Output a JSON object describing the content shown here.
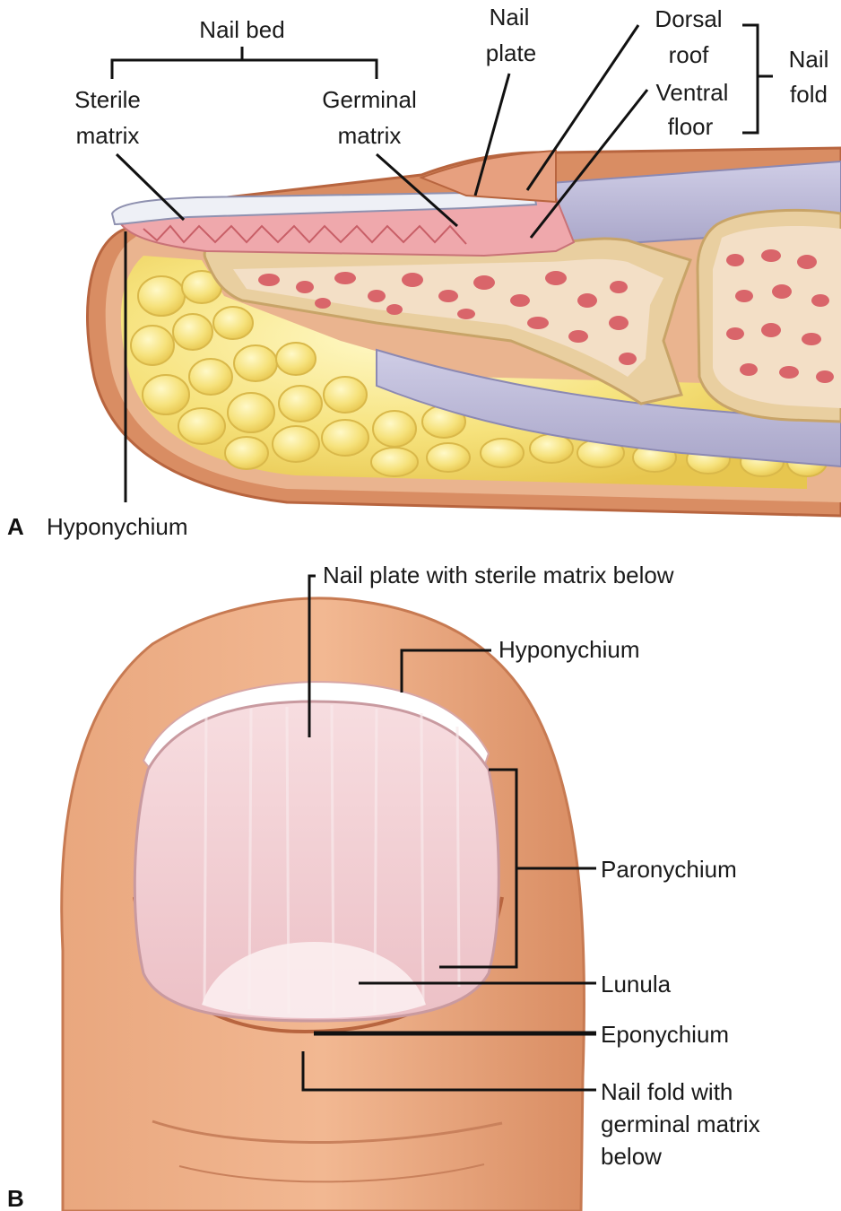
{
  "panel_a": {
    "letter": "A",
    "labels": {
      "nail_bed": "Nail bed",
      "sterile_matrix_1": "Sterile",
      "sterile_matrix_2": "matrix",
      "germinal_matrix_1": "Germinal",
      "germinal_matrix_2": "matrix",
      "nail_plate_1": "Nail",
      "nail_plate_2": "plate",
      "dorsal_roof_1": "Dorsal",
      "dorsal_roof_2": "roof",
      "ventral_floor_1": "Ventral",
      "ventral_floor_2": "floor",
      "nail_fold_1": "Nail",
      "nail_fold_2": "fold",
      "hyponychium": "Hyponychium"
    }
  },
  "panel_b": {
    "letter": "B",
    "labels": {
      "nail_plate": "Nail plate with sterile matrix below",
      "hyponychium": "Hyponychium",
      "paronychium": "Paronychium",
      "lunula": "Lunula",
      "eponychium": "Eponychium",
      "nail_fold_1": "Nail fold with",
      "nail_fold_2": "germinal matrix",
      "nail_fold_3": "below"
    }
  },
  "colors": {
    "skin": "#e8a57c",
    "skin_dark": "#c9774f",
    "fat": "#f3e27a",
    "bone": "#e9cfa0",
    "marrow": "#d9656a",
    "nail_pink": "#f1c6c9",
    "tendon": "#b9b7d4"
  }
}
